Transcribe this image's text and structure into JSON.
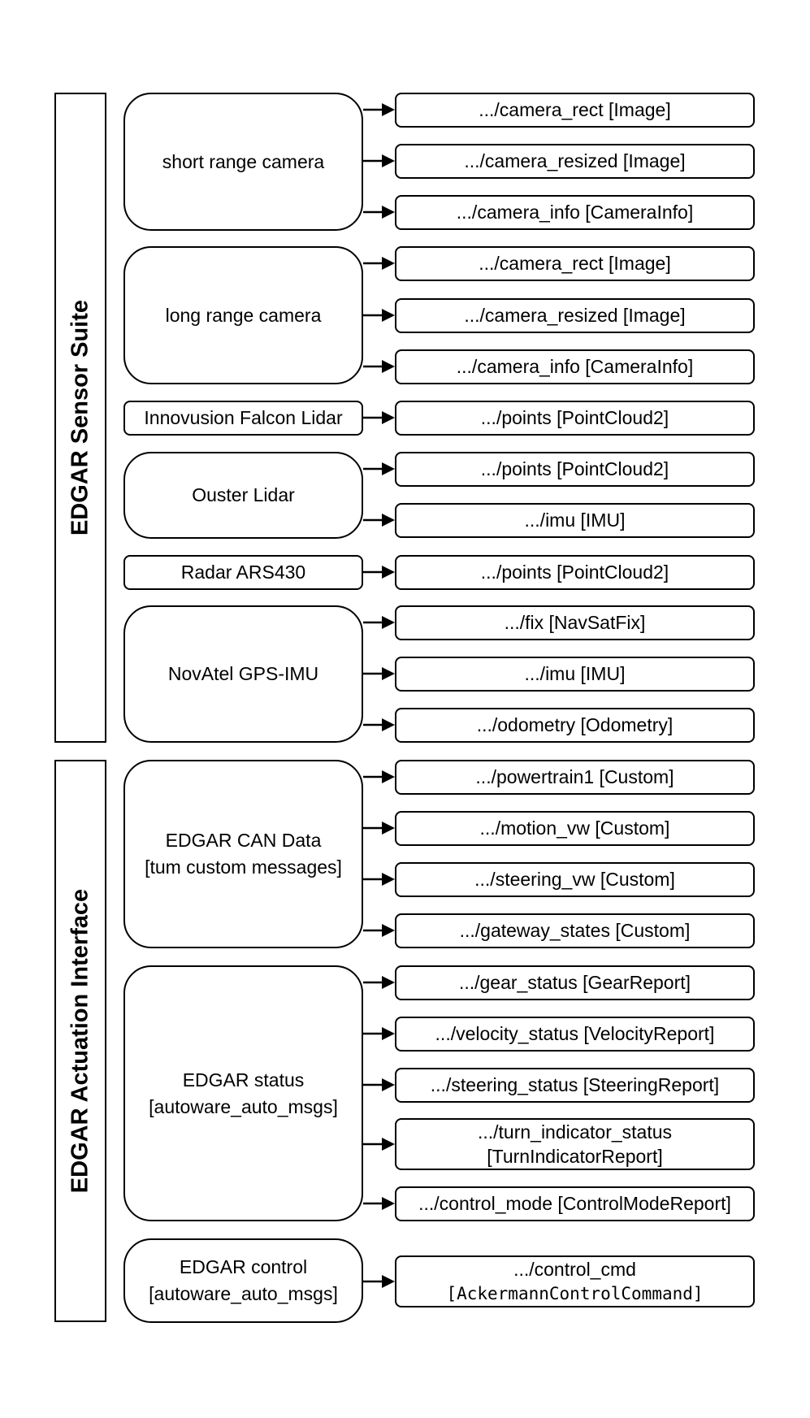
{
  "groups": [
    {
      "label": "EDGAR Sensor Suite"
    },
    {
      "label": "EDGAR Actuation Interface"
    }
  ],
  "sources": [
    {
      "lines": [
        "short range camera"
      ]
    },
    {
      "lines": [
        "long range camera"
      ]
    },
    {
      "lines": [
        "Innovusion Falcon Lidar"
      ]
    },
    {
      "lines": [
        "Ouster Lidar"
      ]
    },
    {
      "lines": [
        "Radar ARS430"
      ]
    },
    {
      "lines": [
        "NovAtel GPS-IMU"
      ]
    },
    {
      "lines": [
        "EDGAR CAN Data",
        "[tum custom messages]"
      ]
    },
    {
      "lines": [
        "EDGAR status",
        "[autoware_auto_msgs]"
      ]
    },
    {
      "lines": [
        "EDGAR control",
        "[autoware_auto_msgs]"
      ]
    }
  ],
  "topics": [
    {
      "lines": [
        ".../camera_rect [Image]"
      ]
    },
    {
      "lines": [
        ".../camera_resized [Image]"
      ]
    },
    {
      "lines": [
        ".../camera_info [CameraInfo]"
      ]
    },
    {
      "lines": [
        ".../camera_rect [Image]"
      ]
    },
    {
      "lines": [
        ".../camera_resized [Image]"
      ]
    },
    {
      "lines": [
        ".../camera_info [CameraInfo]"
      ]
    },
    {
      "lines": [
        ".../points [PointCloud2]"
      ]
    },
    {
      "lines": [
        ".../points [PointCloud2]"
      ]
    },
    {
      "lines": [
        ".../imu [IMU]"
      ]
    },
    {
      "lines": [
        ".../points [PointCloud2]"
      ]
    },
    {
      "lines": [
        ".../fix [NavSatFix]"
      ]
    },
    {
      "lines": [
        ".../imu [IMU]"
      ]
    },
    {
      "lines": [
        ".../odometry [Odometry]"
      ]
    },
    {
      "lines": [
        ".../powertrain1 [Custom]"
      ]
    },
    {
      "lines": [
        ".../motion_vw [Custom]"
      ]
    },
    {
      "lines": [
        ".../steering_vw [Custom]"
      ]
    },
    {
      "lines": [
        ".../gateway_states [Custom]"
      ]
    },
    {
      "lines": [
        ".../gear_status [GearReport]"
      ]
    },
    {
      "lines": [
        ".../velocity_status [VelocityReport]"
      ]
    },
    {
      "lines": [
        ".../steering_status [SteeringReport]"
      ]
    },
    {
      "lines": [
        ".../turn_indicator_status",
        "[TurnIndicatorReport]"
      ]
    },
    {
      "lines": [
        ".../control_mode [ControlModeReport]"
      ]
    },
    {
      "lines": [
        ".../control_cmd",
        "[AckermannControlCommand]"
      ]
    }
  ]
}
